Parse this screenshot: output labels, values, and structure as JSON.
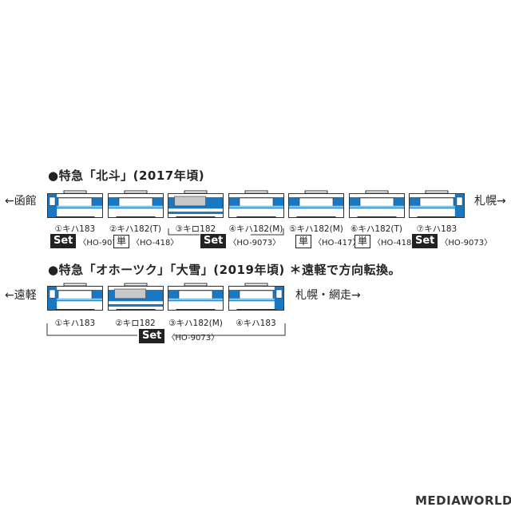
{
  "formation1": {
    "heading": "●特急「北斗」(2017年頃)",
    "left_dest": "←函館",
    "right_dest": "札幌→",
    "cars": [
      {
        "label": "①キハ183",
        "type": "end-left"
      },
      {
        "label": "②キハ182(T)",
        "type": "middle"
      },
      {
        "label": "③キロ182",
        "type": "green"
      },
      {
        "label": "④キハ182(M)",
        "type": "middle"
      },
      {
        "label": "⑤キハ182(M)",
        "type": "middle"
      },
      {
        "label": "⑥キハ182(T)",
        "type": "middle"
      },
      {
        "label": "⑦キハ183",
        "type": "end-right"
      }
    ],
    "products": [
      {
        "badge": "Set",
        "kind": "set",
        "code": "〈HO-9073〉"
      },
      {
        "badge": "単",
        "kind": "single",
        "code": "〈HO-418〉"
      },
      {
        "badge": "Set",
        "kind": "set",
        "code": "〈HO-9073〉"
      },
      {
        "badge": "単",
        "kind": "single",
        "code": "〈HO-417〉"
      },
      {
        "badge": "単",
        "kind": "single",
        "code": "〈HO-418〉"
      },
      {
        "badge": "Set",
        "kind": "set",
        "code": "〈HO-9073〉"
      }
    ]
  },
  "formation2": {
    "heading": "●特急「オホーツク」「大雪」(2019年頃) ＊遠軽で方向転換。",
    "left_dest": "←遠軽",
    "right_dest": "札幌・網走→",
    "cars": [
      {
        "label": "①キハ183",
        "type": "end-left"
      },
      {
        "label": "②キロ182",
        "type": "green"
      },
      {
        "label": "③キハ182(M)",
        "type": "middle"
      },
      {
        "label": "④キハ183",
        "type": "end-right"
      }
    ],
    "product": {
      "badge": "Set",
      "kind": "set",
      "code": "〈HO-9073〉"
    }
  },
  "colors": {
    "blue": "#1a78c2",
    "stripe": "#7ec8e3",
    "window": "#c8c8c8",
    "outline": "#333333"
  },
  "logo": "MEDIAWORLD"
}
